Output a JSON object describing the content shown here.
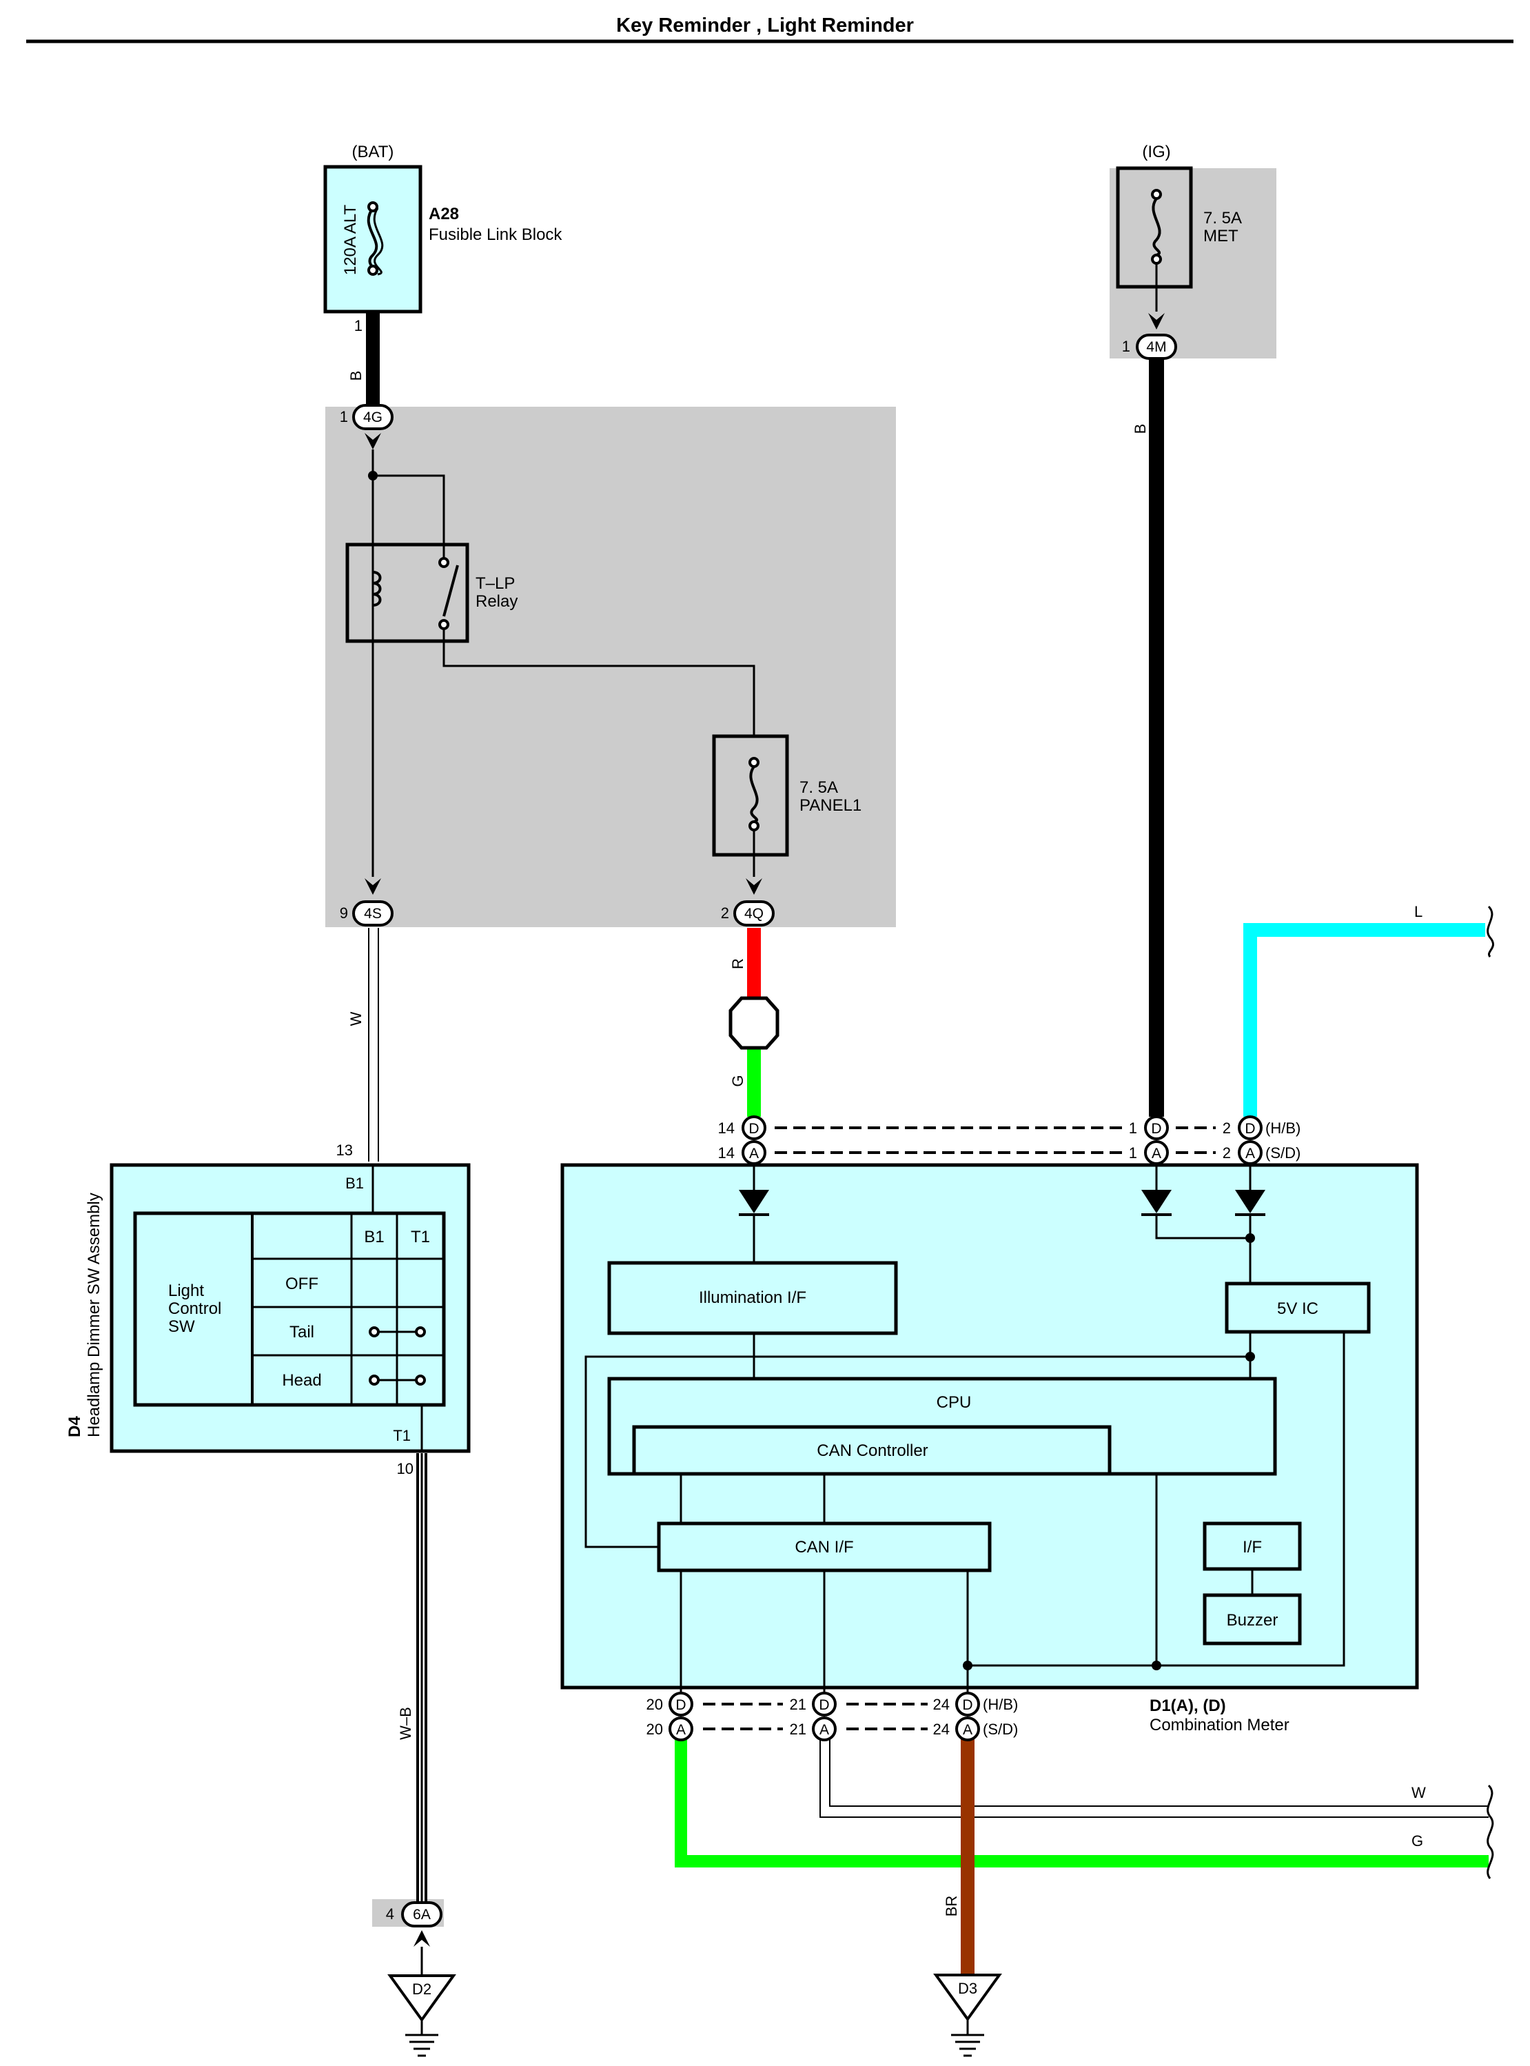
{
  "title": "Key Reminder , Light Reminder",
  "colors": {
    "module_fill": "#ccffff",
    "junction_block_fill": "#cccccc",
    "wire_black": "#000000",
    "wire_red": "#ff0000",
    "wire_green": "#00ff00",
    "wire_blue": "#00ffff",
    "wire_brown": "#993300",
    "wire_white": "#ffffff"
  },
  "fusible_link": {
    "supply": "(BAT)",
    "rating": "120A ALT",
    "code": "A28",
    "name": "Fusible Link Block",
    "pin": "1",
    "wire": "B"
  },
  "met_fuse": {
    "supply": "(IG)",
    "rating": "7. 5A",
    "name": "MET",
    "pin": "1",
    "connector": "4M",
    "wire": "B"
  },
  "junction_block": {
    "in_pin": "1",
    "in_connector": "4G",
    "relay_name": "T–LP",
    "relay_label": "Relay",
    "fuse_rating": "7. 5A",
    "fuse_name": "PANEL1",
    "out1_pin": "9",
    "out1_connector": "4S",
    "out2_pin": "2",
    "out2_connector": "4Q"
  },
  "wires": {
    "w_from_4s": "W",
    "r_from_4q": "R",
    "g_to_meter": "G",
    "l_right": "L",
    "wb": "W–B",
    "br": "BR",
    "w_right": "W",
    "g_right": "G"
  },
  "headlamp_switch": {
    "code": "D4",
    "name": "Headlamp Dimmer SW Assembly",
    "top_pin": "13",
    "top_terminal": "B1",
    "bottom_terminal": "T1",
    "bottom_pin": "10",
    "table_label_line1": "Light",
    "table_label_line2": "Control",
    "table_label_line3": "SW",
    "columns": [
      "B1",
      "T1"
    ],
    "rows": [
      "OFF",
      "Tail",
      "Head"
    ]
  },
  "ground_d2": {
    "pin": "4",
    "connector": "6A",
    "ground": "D2"
  },
  "ground_d3": {
    "ground": "D3"
  },
  "combination_meter": {
    "code": "D1(A), (D)",
    "name": "Combination Meter",
    "top_pins": {
      "p14": "14",
      "p1": "1",
      "p2": "2",
      "d": "D",
      "a": "A",
      "hb": "(H/B)",
      "sd": "(S/D)"
    },
    "bottom_pins": {
      "p20": "20",
      "p21": "21",
      "p24": "24",
      "hb": "(H/B)",
      "sd": "(S/D)"
    },
    "blocks": {
      "illumination": "Illumination I/F",
      "ic5v": "5V IC",
      "cpu": "CPU",
      "can_controller": "CAN Controller",
      "can_if": "CAN I/F",
      "if": "I/F",
      "buzzer": "Buzzer"
    }
  }
}
